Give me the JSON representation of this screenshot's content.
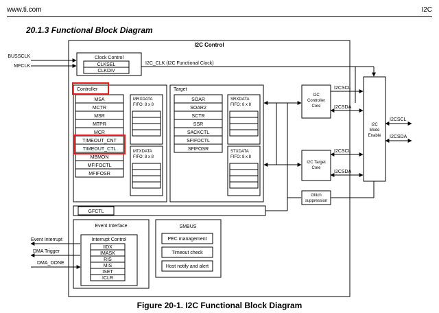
{
  "page": {
    "url": "www.ti.com",
    "section_right": "I2C",
    "section_title": "20.1.3 Functional Block Diagram",
    "figure_caption": "Figure 20-1. I2C Functional Block Diagram"
  },
  "diagram": {
    "main_title": "I2C Control",
    "inputs": [
      "BUSSCLK",
      "MFCLK"
    ],
    "clock_control": {
      "title": "Clock Control",
      "regs": [
        "CLKSEL",
        "CLKDIV"
      ]
    },
    "i2c_clk_label": "I2C_CLK (I2C Functional Clock)",
    "controller": {
      "title": "Controller",
      "regs": [
        "MSA",
        "MCTR",
        "MSR",
        "MTPR",
        "MCR",
        "TIMEOUT_CNT",
        "TIMEOUT_CTL",
        "MBMON",
        "MFIFOCTL",
        "MFIFOSR"
      ],
      "rx_fifo": [
        "MRXDATA",
        "FIFO: 8 x 8"
      ],
      "tx_fifo": [
        "MTXDATA",
        "FIFO: 8 x 8"
      ]
    },
    "target": {
      "title": "Target",
      "regs": [
        "SOAR",
        "SOAR2",
        "SCTR",
        "SSR",
        "SACKCTL",
        "SFIFOCTL",
        "SFIFOSR"
      ],
      "rx_fifo": [
        "SRXDATA",
        "FIFO: 8 x 8"
      ],
      "tx_fifo": [
        "STXDATA",
        "FIFO: 8 x 8"
      ]
    },
    "gfctl": "GFCTL",
    "event_interface": {
      "title": "Event Interface",
      "interrupt_control": {
        "title": "Interrupt Control",
        "regs": [
          "IIDX",
          "IMASK",
          "RIS",
          "MIS",
          "ISET",
          "ICLR"
        ]
      },
      "outputs": [
        "Event Interrupt",
        "DMA Trigger",
        "DMA_DONE"
      ]
    },
    "smbus": {
      "title": "SMBUS",
      "items": [
        "PEC management",
        "Timeout check",
        "Host notify and alert"
      ]
    },
    "controller_core": [
      "I2C",
      "Controller",
      "Core"
    ],
    "target_core": [
      "I2C Target",
      "Core"
    ],
    "glitch": [
      "Glitch",
      "suppression"
    ],
    "mode_enable": [
      "I2C",
      "Mode",
      "Enable"
    ],
    "signals": {
      "scl": "I2CSCL",
      "sda": "I2CSDA"
    },
    "highlight_color": "#e41b1b"
  }
}
